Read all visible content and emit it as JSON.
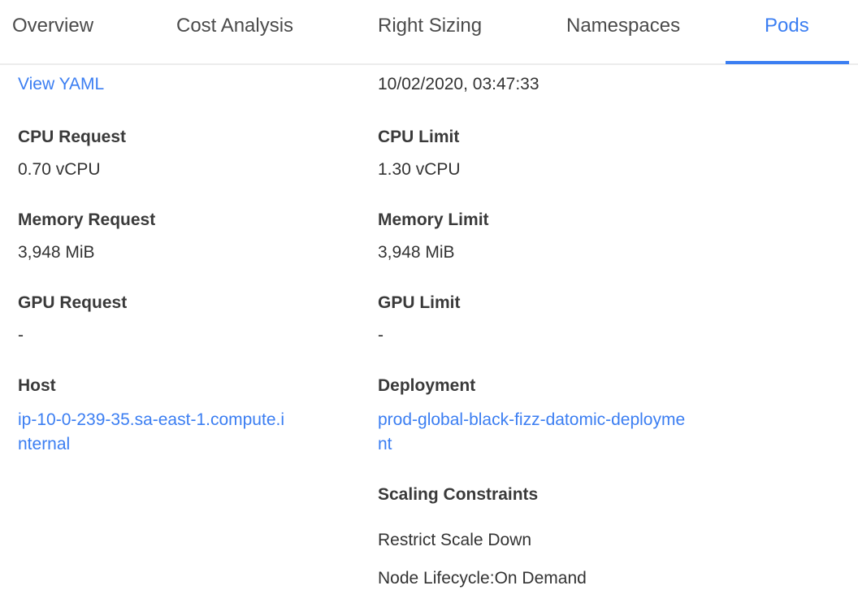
{
  "tabs": {
    "items": [
      {
        "label": "Overview",
        "active": false
      },
      {
        "label": "Cost Analysis",
        "active": false
      },
      {
        "label": "Right Sizing",
        "active": false
      },
      {
        "label": "Namespaces",
        "active": false
      },
      {
        "label": "Pods",
        "active": true
      }
    ]
  },
  "content": {
    "view_yaml": "View YAML",
    "timestamp": "10/02/2020, 03:47:33",
    "metrics": [
      {
        "label": "CPU Request",
        "value": "0.70 vCPU"
      },
      {
        "label": "CPU Limit",
        "value": "1.30 vCPU"
      },
      {
        "label": "Memory Request",
        "value": "3,948 MiB"
      },
      {
        "label": "Memory Limit",
        "value": "3,948 MiB"
      },
      {
        "label": "GPU Request",
        "value": "-"
      },
      {
        "label": "GPU Limit",
        "value": "-"
      }
    ],
    "host": {
      "label": "Host",
      "value": "ip-10-0-239-35.sa-east-1.compute.internal"
    },
    "deployment": {
      "label": "Deployment",
      "value": "prod-global-black-fizz-datomic-deployment"
    },
    "scaling_constraints": {
      "title": "Scaling Constraints",
      "items": [
        "Restrict Scale Down",
        "Node Lifecycle:On Demand"
      ]
    }
  },
  "colors": {
    "accent_blue": "#3b7ef2",
    "tab_text": "#4b4b4b",
    "label_text": "#3a3a3a",
    "value_text": "#333333",
    "divider": "#ececec"
  }
}
